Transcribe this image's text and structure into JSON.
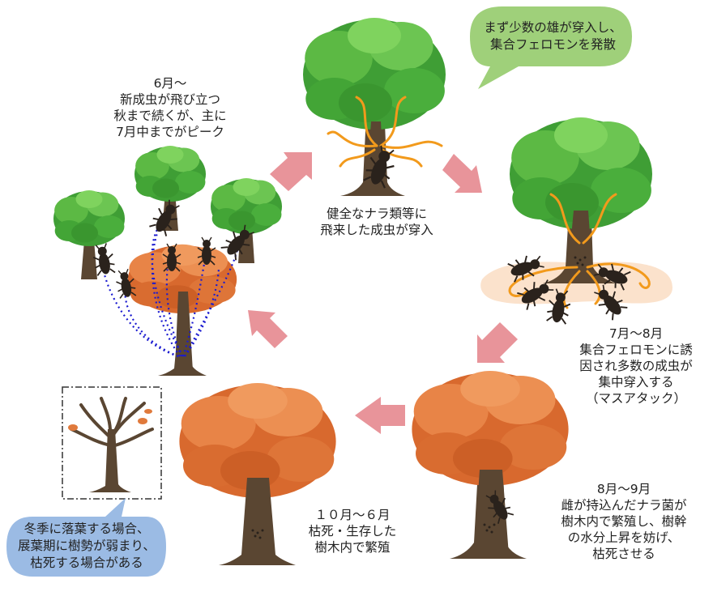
{
  "colors": {
    "leaf_green": "#4caf3a",
    "leaf_dark": "#2e8b2a",
    "leaf_light": "#7fcf5a",
    "leaf_orange": "#e07a3c",
    "leaf_orange_dark": "#c95f26",
    "trunk": "#5a4632",
    "trunk_dark": "#3f3022",
    "arrow": "#e8949a",
    "pheromone": "#f29a1c",
    "pheromone_glow": "#fbe2cc",
    "beetle": "#2a221c",
    "bubble_green": "#9fd07a",
    "bubble_blue": "#9bbbe4",
    "flight_path": "#1a1ad0"
  },
  "stages": {
    "s1": {
      "lines": [
        "健全なナラ類等に",
        "飛来した成虫が穿入"
      ]
    },
    "s2": {
      "lines": [
        "7月～8月",
        "集合フェロモンに誘",
        "因され多数の成虫が",
        "集中穿入する",
        "（マスアタック）"
      ]
    },
    "s3": {
      "lines": [
        "8月～9月",
        "雌が持込んだナラ菌が",
        "樹木内で繁殖し、樹幹",
        "の水分上昇を妨げ、",
        "枯死させる"
      ]
    },
    "s4": {
      "lines": [
        "１０月～６月",
        "枯死・生存した",
        "樹木内で繁殖"
      ]
    },
    "s5": {
      "lines": [
        "6月～",
        "新成虫が飛び立つ",
        "秋まで続くが、主に",
        "7月中までがピーク"
      ]
    }
  },
  "bubbles": {
    "top": {
      "lines": [
        "まず少数の雄が穿入し、",
        "集合フェロモンを発散"
      ]
    },
    "bottom": {
      "lines": [
        "冬季に落葉する場合、",
        "展葉期に樹勢が弱まり、",
        "枯死する場合がある"
      ]
    }
  }
}
